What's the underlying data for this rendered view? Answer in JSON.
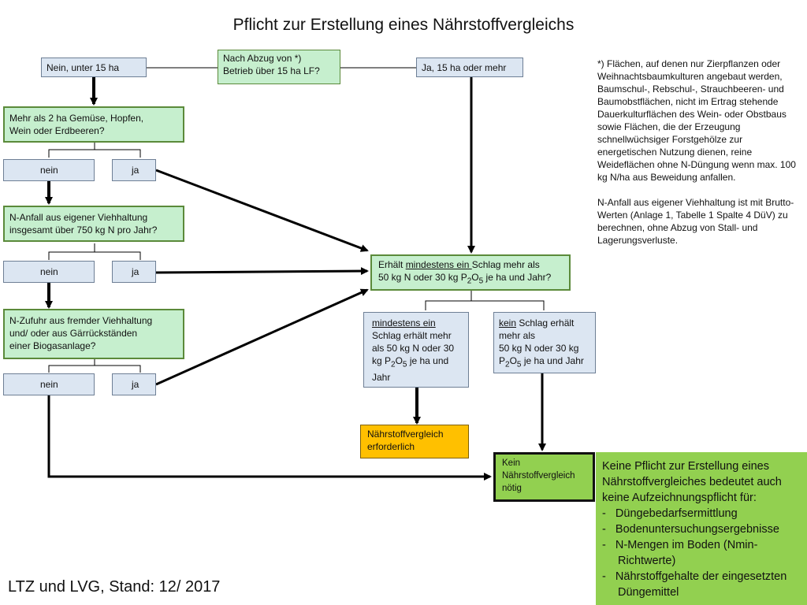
{
  "title": "Pflicht zur Erstellung eines Nährstoffvergleichs",
  "nodes": {
    "unter15": "Nein, unter 15 ha",
    "abzug_line1": "Nach Abzug von *)",
    "abzug_line2": "Betrieb über 15 ha LF?",
    "ueber15": "Ja, 15 ha oder mehr",
    "gemuese_line1": "Mehr als 2 ha Gemüse, Hopfen,",
    "gemuese_line2": "Wein oder Erdbeeren?",
    "nein": "nein",
    "ja": "ja",
    "nanfall_line1": "N-Anfall aus eigener Viehhaltung",
    "nanfall_line2": "insgesamt über 750 kg N pro Jahr?",
    "nzufuhr_line1": "N-Zufuhr aus  fremder Viehhaltung",
    "nzufuhr_line2": "und/ oder aus Gärrückständen",
    "nzufuhr_line3": "einer Biogasanlage?",
    "erhaelt_pre": "Erhält ",
    "erhaelt_u": "mindestens ein ",
    "erhaelt_post": "Schlag mehr als",
    "erhaelt_line2a": "50 kg N oder 30 kg P",
    "erhaelt_sub2": "2",
    "erhaelt_mid": "O",
    "erhaelt_sub5": "5",
    "erhaelt_line2b": " je ha und Jahr?",
    "mind_u": "mindestens ein",
    "mind_line2": "Schlag erhält mehr",
    "mind_line3": "als 50 kg N oder 30",
    "mind_line4a": "kg P",
    "mind_line4b": " je ha und",
    "mind_line5": "Jahr",
    "keinschlag_u": "kein",
    "keinschlag_rest": " Schlag erhält",
    "keinschlag_line2": "mehr als",
    "keinschlag_line3": "50 kg N oder 30 kg",
    "keinschlag_line4a": "P",
    "keinschlag_line4b": " je ha und Jahr",
    "erforderlich_line1": "Nährstoffvergleich",
    "erforderlich_line2": "erforderlich",
    "kein_line1": "Kein",
    "kein_line2": "Nährstoffvergleich",
    "kein_line3": "nötig"
  },
  "note": {
    "para1": "*) Flächen, auf denen nur Zierpflanzen oder Weihnachtsbaumkulturen angebaut werden, Baumschul-, Rebschul-, Strauchbeeren- und Baumobstflächen, nicht im Ertrag stehende Dauerkulturflächen des Wein- oder Obstbaus sowie Flächen, die der Erzeugung schnellwüchsiger Forstgehölze zur energetischen Nutzung dienen, reine Weideflächen ohne N-Düngung wenn max. 100 kg N/ha aus Beweidung anfallen.",
    "para2": "N-Anfall aus eigener Viehhaltung ist mit Brutto-Werten (Anlage 1, Tabelle 1 Spalte 4 DüV) zu berechnen, ohne Abzug von Stall- und Lagerungsverluste."
  },
  "panel": {
    "intro": "Keine Pflicht zur Erstellung eines Nährstoffvergleiches bedeutet auch keine Aufzeichnungspflicht für:",
    "items": [
      "-   Düngebedarfsermittlung",
      "-   Bodenuntersuchungsergebnisse",
      "-   N-Mengen im Boden (Nmin-Richtwerte)",
      "-   Nährstoffgehalte der eingesetzten Düngemittel"
    ]
  },
  "footer": "LTZ und LVG, Stand: 12/ 2017"
}
